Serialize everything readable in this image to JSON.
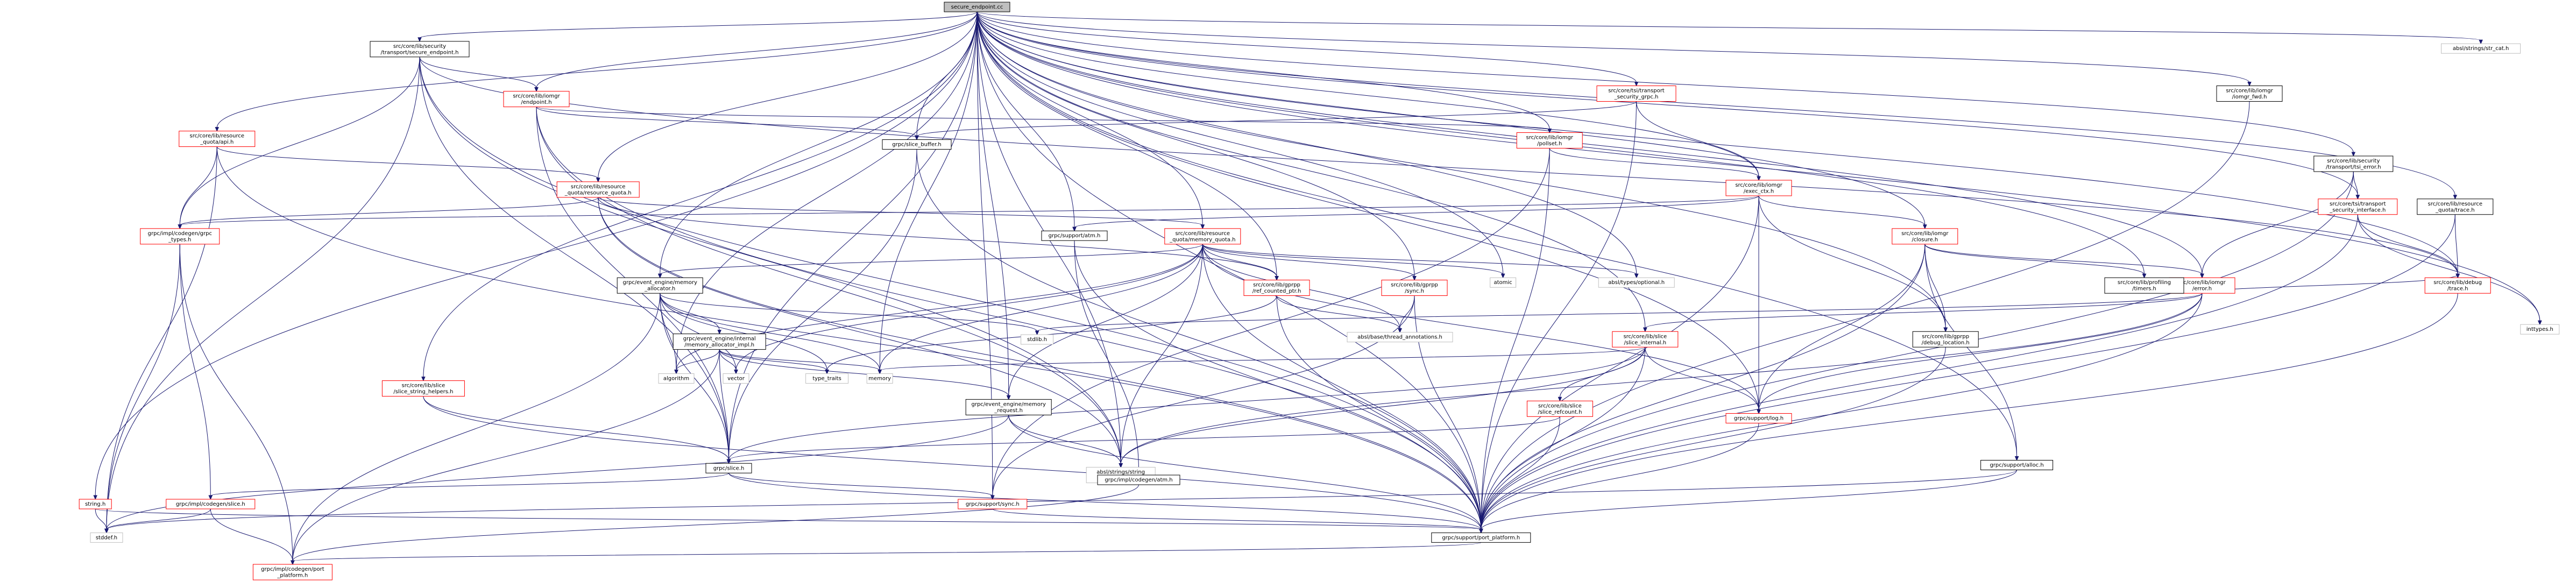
{
  "graph": {
    "edge_color": "#191970",
    "root_fill": "#bfbfbf",
    "red_border": "#ff0000",
    "gray_border": "#bfbfbf",
    "nodes": [
      {
        "id": "root",
        "lines": [
          "secure_endpoint.cc"
        ],
        "kind": "root"
      },
      {
        "id": "sec_ep_h",
        "lines": [
          "src/core/lib/security",
          "/transport/secure_endpoint.h"
        ],
        "kind": "ok"
      },
      {
        "id": "rq_api",
        "lines": [
          "src/core/lib/resource",
          "_quota/api.h"
        ],
        "kind": "red"
      },
      {
        "id": "iomgr_ep",
        "lines": [
          "src/core/lib/iomgr",
          "/endpoint.h"
        ],
        "kind": "red"
      },
      {
        "id": "tsi_sec_grpc",
        "lines": [
          "src/core/tsi/transport",
          "_security_grpc.h"
        ],
        "kind": "red"
      },
      {
        "id": "iomgr_fwd",
        "lines": [
          "src/core/lib/iomgr",
          "/iomgr_fwd.h"
        ],
        "kind": "ok"
      },
      {
        "id": "sec_tsi_err",
        "lines": [
          "src/core/lib/security",
          "/transport/tsi_error.h"
        ],
        "kind": "ok"
      },
      {
        "id": "absl_strcat",
        "lines": [
          "absl/strings/str_cat.h"
        ],
        "kind": "std"
      },
      {
        "id": "rq_rq",
        "lines": [
          "src/core/lib/resource",
          "_quota/resource_quota.h"
        ],
        "kind": "red"
      },
      {
        "id": "slice_buffer",
        "lines": [
          "grpc/slice_buffer.h"
        ],
        "kind": "ok"
      },
      {
        "id": "iomgr_pollset",
        "lines": [
          "src/core/lib/iomgr",
          "/pollset.h"
        ],
        "kind": "red"
      },
      {
        "id": "iomgr_exec",
        "lines": [
          "src/core/lib/iomgr",
          "/exec_ctx.h"
        ],
        "kind": "red"
      },
      {
        "id": "grpc_types",
        "lines": [
          "grpc/impl/codegen/grpc",
          "_types.h"
        ],
        "kind": "red"
      },
      {
        "id": "support_atm",
        "lines": [
          "grpc/support/atm.h"
        ],
        "kind": "ok"
      },
      {
        "id": "rq_mq",
        "lines": [
          "src/core/lib/resource",
          "_quota/memory_quota.h"
        ],
        "kind": "red"
      },
      {
        "id": "iomgr_closure",
        "lines": [
          "src/core/lib/iomgr",
          "/closure.h"
        ],
        "kind": "red"
      },
      {
        "id": "tsi_sec_iface",
        "lines": [
          "src/core/tsi/transport",
          "_security_interface.h"
        ],
        "kind": "red"
      },
      {
        "id": "rq_trace",
        "lines": [
          "src/core/lib/resource",
          "_quota/trace.h"
        ],
        "kind": "ok"
      },
      {
        "id": "absl_optional",
        "lines": [
          "absl/types/optional.h"
        ],
        "kind": "std"
      },
      {
        "id": "atomic",
        "lines": [
          "atomic"
        ],
        "kind": "std"
      },
      {
        "id": "ee_memalloc",
        "lines": [
          "grpc/event_engine/memory",
          "_allocator.h"
        ],
        "kind": "ok"
      },
      {
        "id": "gprpp_refcnt",
        "lines": [
          "src/core/lib/gprpp",
          "/ref_counted_ptr.h"
        ],
        "kind": "red"
      },
      {
        "id": "gprpp_sync",
        "lines": [
          "src/core/lib/gprpp",
          "/sync.h"
        ],
        "kind": "red"
      },
      {
        "id": "iomgr_error",
        "lines": [
          "src/core/lib/iomgr",
          "/error.h"
        ],
        "kind": "red"
      },
      {
        "id": "profiling_timers",
        "lines": [
          "src/core/lib/profiling",
          "/timers.h"
        ],
        "kind": "ok"
      },
      {
        "id": "debug_trace",
        "lines": [
          "src/core/lib/debug",
          "/trace.h"
        ],
        "kind": "red"
      },
      {
        "id": "inttypes",
        "lines": [
          "inttypes.h"
        ],
        "kind": "std"
      },
      {
        "id": "ee_internal",
        "lines": [
          "grpc/event_engine/internal",
          "/memory_allocator_impl.h"
        ],
        "kind": "ok"
      },
      {
        "id": "stdlib",
        "lines": [
          "stdlib.h"
        ],
        "kind": "std"
      },
      {
        "id": "absl_thread",
        "lines": [
          "absl/base/thread_annotations.h"
        ],
        "kind": "std"
      },
      {
        "id": "gprpp_debug_loc",
        "lines": [
          "src/core/lib/gprpp",
          "/debug_location.h"
        ],
        "kind": "ok"
      },
      {
        "id": "slice_internal",
        "lines": [
          "src/core/lib/slice",
          "/slice_internal.h"
        ],
        "kind": "red"
      },
      {
        "id": "slice_str_helpers",
        "lines": [
          "src/core/lib/slice",
          "/slice_string_helpers.h"
        ],
        "kind": "red"
      },
      {
        "id": "algorithm",
        "lines": [
          "algorithm"
        ],
        "kind": "std"
      },
      {
        "id": "vector",
        "lines": [
          "vector"
        ],
        "kind": "std"
      },
      {
        "id": "type_traits",
        "lines": [
          "type_traits"
        ],
        "kind": "std"
      },
      {
        "id": "memory",
        "lines": [
          "memory"
        ],
        "kind": "std"
      },
      {
        "id": "ee_memreq",
        "lines": [
          "grpc/event_engine/memory",
          "_request.h"
        ],
        "kind": "ok"
      },
      {
        "id": "slice_refcount",
        "lines": [
          "src/core/lib/slice",
          "/slice_refcount.h"
        ],
        "kind": "red"
      },
      {
        "id": "support_log",
        "lines": [
          "grpc/support/log.h"
        ],
        "kind": "red"
      },
      {
        "id": "grpc_slice",
        "lines": [
          "grpc/slice.h"
        ],
        "kind": "ok"
      },
      {
        "id": "absl_strview",
        "lines": [
          "absl/strings/string",
          "_view.h"
        ],
        "kind": "std"
      },
      {
        "id": "codegen_atm",
        "lines": [
          "grpc/impl/codegen/atm.h"
        ],
        "kind": "ok"
      },
      {
        "id": "support_alloc",
        "lines": [
          "grpc/support/alloc.h"
        ],
        "kind": "ok"
      },
      {
        "id": "string_h",
        "lines": [
          "string.h"
        ],
        "kind": "red"
      },
      {
        "id": "codegen_slice",
        "lines": [
          "grpc/impl/codegen/slice.h"
        ],
        "kind": "red"
      },
      {
        "id": "support_sync",
        "lines": [
          "grpc/support/sync.h"
        ],
        "kind": "red"
      },
      {
        "id": "stddef",
        "lines": [
          "stddef.h"
        ],
        "kind": "std"
      },
      {
        "id": "port_platform",
        "lines": [
          "grpc/support/port_platform.h"
        ],
        "kind": "ok"
      },
      {
        "id": "codegen_port",
        "lines": [
          "grpc/impl/codegen/port",
          "_platform.h"
        ],
        "kind": "red"
      }
    ],
    "edges": [
      [
        "root",
        "sec_ep_h"
      ],
      [
        "root",
        "rq_api"
      ],
      [
        "root",
        "iomgr_ep"
      ],
      [
        "root",
        "tsi_sec_grpc"
      ],
      [
        "root",
        "iomgr_fwd"
      ],
      [
        "root",
        "sec_tsi_err"
      ],
      [
        "root",
        "absl_strcat"
      ],
      [
        "root",
        "rq_rq"
      ],
      [
        "root",
        "slice_buffer"
      ],
      [
        "root",
        "iomgr_pollset"
      ],
      [
        "root",
        "iomgr_exec"
      ],
      [
        "root",
        "support_atm"
      ],
      [
        "root",
        "rq_mq"
      ],
      [
        "root",
        "iomgr_closure"
      ],
      [
        "root",
        "tsi_sec_iface"
      ],
      [
        "root",
        "rq_trace"
      ],
      [
        "root",
        "absl_optional"
      ],
      [
        "root",
        "atomic"
      ],
      [
        "root",
        "ee_memalloc"
      ],
      [
        "root",
        "gprpp_refcnt"
      ],
      [
        "root",
        "gprpp_sync"
      ],
      [
        "root",
        "iomgr_error"
      ],
      [
        "root",
        "profiling_timers"
      ],
      [
        "root",
        "debug_trace"
      ],
      [
        "root",
        "inttypes"
      ],
      [
        "root",
        "gprpp_debug_loc"
      ],
      [
        "root",
        "slice_internal"
      ],
      [
        "root",
        "slice_str_helpers"
      ],
      [
        "root",
        "algorithm"
      ],
      [
        "root",
        "memory"
      ],
      [
        "root",
        "ee_memreq"
      ],
      [
        "root",
        "support_log"
      ],
      [
        "root",
        "grpc_slice"
      ],
      [
        "root",
        "absl_strview"
      ],
      [
        "root",
        "support_alloc"
      ],
      [
        "root",
        "string_h"
      ],
      [
        "root",
        "support_sync"
      ],
      [
        "root",
        "port_platform"
      ],
      [
        "sec_ep_h",
        "stddef"
      ],
      [
        "sec_ep_h",
        "grpc_types"
      ],
      [
        "sec_ep_h",
        "iomgr_ep"
      ],
      [
        "sec_ep_h",
        "debug_trace"
      ],
      [
        "sec_ep_h",
        "grpc_slice"
      ],
      [
        "sec_ep_h",
        "port_platform"
      ],
      [
        "sec_ep_h",
        "absl_strview"
      ],
      [
        "rq_api",
        "grpc_types"
      ],
      [
        "rq_api",
        "rq_rq"
      ],
      [
        "rq_api",
        "stddef"
      ],
      [
        "rq_api",
        "port_platform"
      ],
      [
        "iomgr_ep",
        "slice_buffer"
      ],
      [
        "iomgr_ep",
        "iomgr_pollset"
      ],
      [
        "iomgr_ep",
        "grpc_slice"
      ],
      [
        "iomgr_ep",
        "port_platform"
      ],
      [
        "iomgr_ep",
        "absl_strview"
      ],
      [
        "tsi_sec_grpc",
        "slice_buffer"
      ],
      [
        "tsi_sec_grpc",
        "iomgr_exec"
      ],
      [
        "tsi_sec_grpc",
        "port_platform"
      ],
      [
        "iomgr_fwd",
        "port_platform"
      ],
      [
        "sec_tsi_err",
        "iomgr_error"
      ],
      [
        "sec_tsi_err",
        "tsi_sec_iface"
      ],
      [
        "sec_tsi_err",
        "port_platform"
      ],
      [
        "rq_rq",
        "grpc_types"
      ],
      [
        "rq_rq",
        "rq_mq"
      ],
      [
        "rq_rq",
        "gprpp_refcnt"
      ],
      [
        "rq_rq",
        "port_platform"
      ],
      [
        "rq_rq",
        "absl_strview"
      ],
      [
        "slice_buffer",
        "grpc_slice"
      ],
      [
        "slice_buffer",
        "port_platform"
      ],
      [
        "iomgr_pollset",
        "iomgr_exec"
      ],
      [
        "iomgr_pollset",
        "support_sync"
      ],
      [
        "iomgr_pollset",
        "port_platform"
      ],
      [
        "iomgr_exec",
        "grpc_types"
      ],
      [
        "iomgr_exec",
        "support_atm"
      ],
      [
        "iomgr_exec",
        "iomgr_closure"
      ],
      [
        "iomgr_exec",
        "gprpp_debug_loc"
      ],
      [
        "iomgr_exec",
        "support_log"
      ],
      [
        "iomgr_exec",
        "port_platform"
      ],
      [
        "grpc_types",
        "codegen_slice"
      ],
      [
        "grpc_types",
        "codegen_port"
      ],
      [
        "grpc_types",
        "stddef"
      ],
      [
        "support_atm",
        "codegen_atm"
      ],
      [
        "support_atm",
        "port_platform"
      ],
      [
        "rq_mq",
        "ee_memalloc"
      ],
      [
        "rq_mq",
        "gprpp_refcnt"
      ],
      [
        "rq_mq",
        "gprpp_sync"
      ],
      [
        "rq_mq",
        "absl_optional"
      ],
      [
        "rq_mq",
        "atomic"
      ],
      [
        "rq_mq",
        "absl_thread"
      ],
      [
        "rq_mq",
        "memory"
      ],
      [
        "rq_mq",
        "algorithm"
      ],
      [
        "rq_mq",
        "vector"
      ],
      [
        "rq_mq",
        "ee_memreq"
      ],
      [
        "rq_mq",
        "support_log"
      ],
      [
        "rq_mq",
        "absl_strview"
      ],
      [
        "rq_mq",
        "port_platform"
      ],
      [
        "iomgr_closure",
        "iomgr_error"
      ],
      [
        "iomgr_closure",
        "profiling_timers"
      ],
      [
        "iomgr_closure",
        "gprpp_debug_loc"
      ],
      [
        "iomgr_closure",
        "support_alloc"
      ],
      [
        "iomgr_closure",
        "support_log"
      ],
      [
        "iomgr_closure",
        "port_platform"
      ],
      [
        "tsi_sec_iface",
        "debug_trace"
      ],
      [
        "tsi_sec_iface",
        "inttypes"
      ],
      [
        "tsi_sec_iface",
        "port_platform"
      ],
      [
        "rq_trace",
        "debug_trace"
      ],
      [
        "rq_trace",
        "port_platform"
      ],
      [
        "ee_memalloc",
        "ee_internal"
      ],
      [
        "ee_memalloc",
        "stdlib"
      ],
      [
        "ee_memalloc",
        "grpc_slice"
      ],
      [
        "ee_memalloc",
        "algorithm"
      ],
      [
        "ee_memalloc",
        "vector"
      ],
      [
        "ee_memalloc",
        "type_traits"
      ],
      [
        "ee_memalloc",
        "memory"
      ],
      [
        "ee_memalloc",
        "codegen_port"
      ],
      [
        "gprpp_refcnt",
        "absl_thread"
      ],
      [
        "gprpp_refcnt",
        "type_traits"
      ],
      [
        "gprpp_refcnt",
        "port_platform"
      ],
      [
        "gprpp_sync",
        "absl_thread"
      ],
      [
        "gprpp_sync",
        "support_sync"
      ],
      [
        "gprpp_sync",
        "port_platform"
      ],
      [
        "iomgr_error",
        "slice_internal"
      ],
      [
        "iomgr_error",
        "support_log"
      ],
      [
        "iomgr_error",
        "stdlib"
      ],
      [
        "iomgr_error",
        "debug_trace"
      ],
      [
        "iomgr_error",
        "absl_strview"
      ],
      [
        "iomgr_error",
        "port_platform"
      ],
      [
        "debug_trace",
        "port_platform"
      ],
      [
        "ee_internal",
        "ee_memreq"
      ],
      [
        "ee_internal",
        "grpc_slice"
      ],
      [
        "ee_internal",
        "algorithm"
      ],
      [
        "ee_internal",
        "vector"
      ],
      [
        "ee_internal",
        "type_traits"
      ],
      [
        "ee_internal",
        "memory"
      ],
      [
        "ee_internal",
        "codegen_port"
      ],
      [
        "gprpp_debug_loc",
        "port_platform"
      ],
      [
        "slice_internal",
        "slice_refcount"
      ],
      [
        "slice_internal",
        "support_log"
      ],
      [
        "slice_internal",
        "memory"
      ],
      [
        "slice_internal",
        "grpc_slice"
      ],
      [
        "slice_internal",
        "absl_strview"
      ],
      [
        "slice_internal",
        "port_platform"
      ],
      [
        "slice_str_helpers",
        "grpc_slice"
      ],
      [
        "slice_str_helpers",
        "port_platform"
      ],
      [
        "ee_memreq",
        "absl_strview"
      ],
      [
        "ee_memreq",
        "stddef"
      ],
      [
        "ee_memreq",
        "port_platform"
      ],
      [
        "slice_refcount",
        "grpc_slice"
      ],
      [
        "slice_refcount",
        "port_platform"
      ],
      [
        "support_log",
        "port_platform"
      ],
      [
        "grpc_slice",
        "codegen_slice"
      ],
      [
        "grpc_slice",
        "support_sync"
      ],
      [
        "grpc_slice",
        "port_platform"
      ],
      [
        "codegen_atm",
        "codegen_port"
      ],
      [
        "support_alloc",
        "stddef"
      ],
      [
        "support_alloc",
        "port_platform"
      ],
      [
        "string_h",
        "stddef"
      ],
      [
        "string_h",
        "port_platform"
      ],
      [
        "codegen_slice",
        "stddef"
      ],
      [
        "codegen_slice",
        "codegen_port"
      ],
      [
        "support_sync",
        "port_platform"
      ],
      [
        "port_platform",
        "codegen_port"
      ]
    ]
  }
}
